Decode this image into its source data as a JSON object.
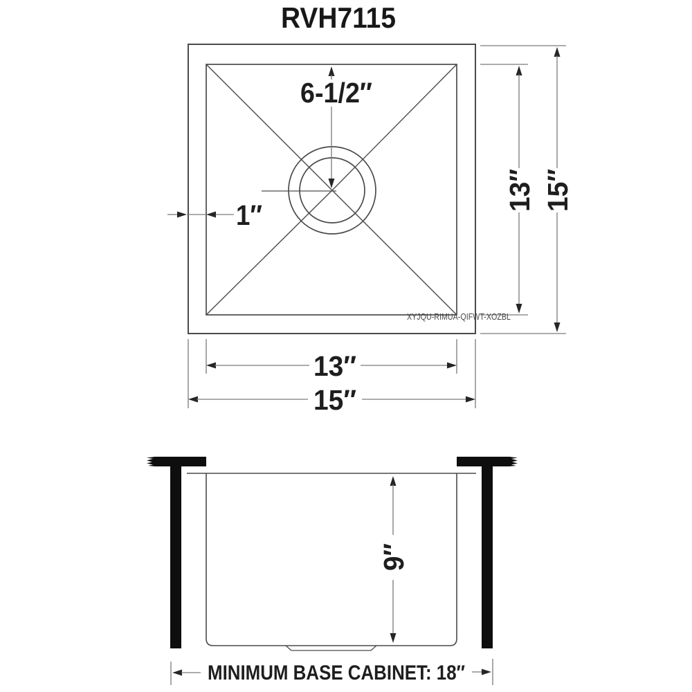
{
  "title": "RVH7115",
  "watermark": "XYJQU-RIMUA-QIFWT-XOZBL",
  "top_view": {
    "drain_center_from_back": "6-1/2″",
    "rim_width": "1″",
    "inner_depth": "13″",
    "overall_depth": "15″",
    "inner_width": "13″",
    "overall_width": "15″"
  },
  "side_view": {
    "bowl_depth": "9″",
    "cabinet_note": "MINIMUM BASE CABINET: 18″"
  },
  "colors": {
    "line": "#4a4a4a",
    "dimension_line": "#7a7a7a",
    "text": "#1e1e1e",
    "counter_bar": "#0e0e0e",
    "background": "#ffffff"
  }
}
